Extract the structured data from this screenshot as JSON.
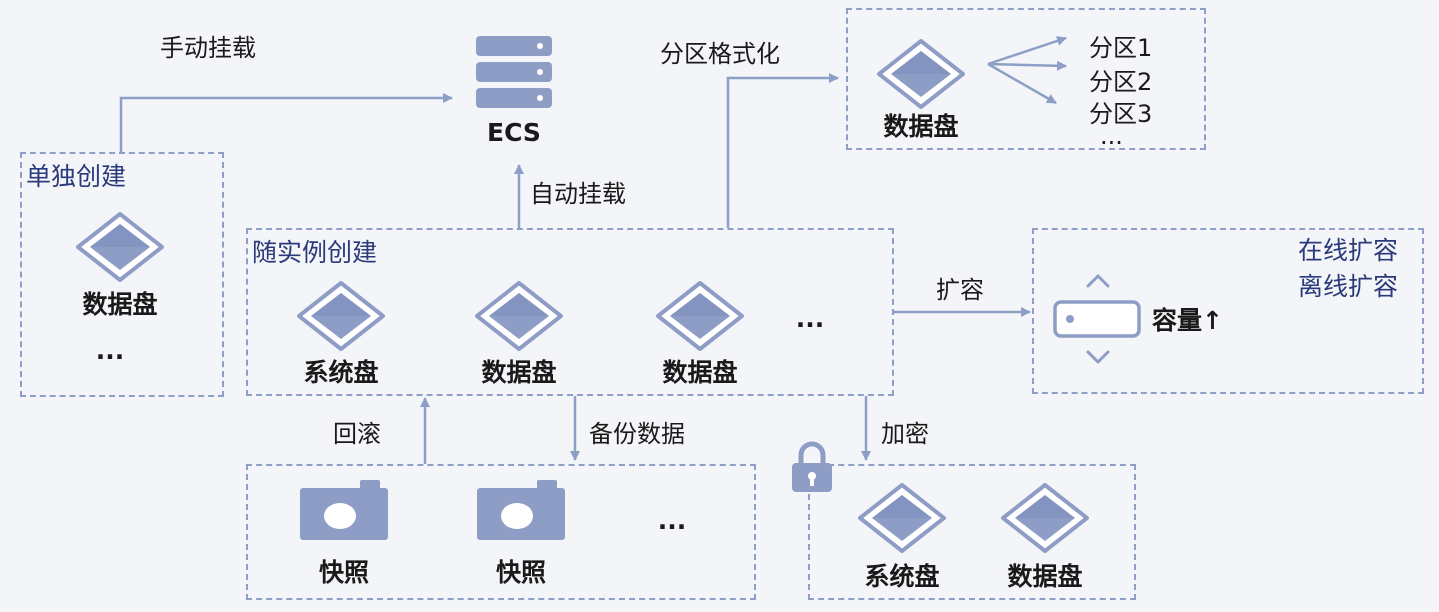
{
  "ecs": {
    "label": "ECS",
    "icon": "server-icon"
  },
  "edges": {
    "manual_mount": "手动挂载",
    "auto_mount": "自动挂载",
    "partition_format": "分区格式化",
    "expand": "扩容",
    "rollback": "回滚",
    "backup": "备份数据",
    "encrypt": "加密"
  },
  "standalone": {
    "title": "单独创建",
    "disk_label": "数据盘",
    "more": "..."
  },
  "with_instance": {
    "title": "随实例创建",
    "disks": [
      "系统盘",
      "数据盘",
      "数据盘"
    ],
    "more": "..."
  },
  "partition": {
    "disk_label": "数据盘",
    "items": [
      "分区1",
      "分区2",
      "分区3"
    ],
    "more": "..."
  },
  "expansion": {
    "modes": [
      "在线扩容",
      "离线扩容"
    ],
    "capacity": "容量↑"
  },
  "snapshots": {
    "items": [
      "快照",
      "快照"
    ],
    "more": "..."
  },
  "encrypted": {
    "disks": [
      "系统盘",
      "数据盘"
    ],
    "icon": "lock-icon"
  },
  "colors": {
    "accent": "#8d9ec7",
    "icon_fill": "#8e9dc6",
    "icon_dark": "#7485b5",
    "title_text": "#2a3a7a"
  }
}
